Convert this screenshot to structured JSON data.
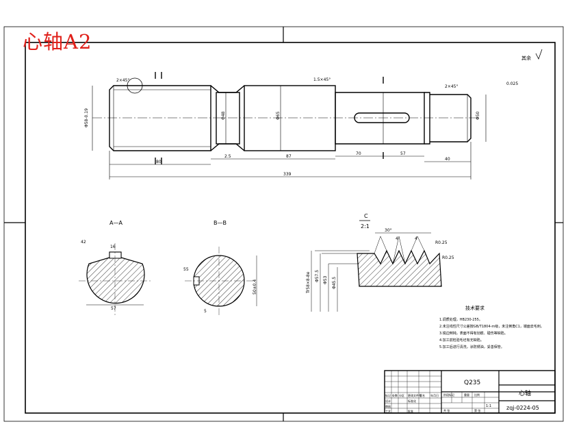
{
  "stamp": "心轴A2",
  "roughness_note": "其余",
  "dimensions": {
    "d1": "Φ58-0.19",
    "d2": "Φ48",
    "d3": "Φ65",
    "d4": "Φ50",
    "length_1": "80",
    "length_2": "2.5",
    "length_3": "87",
    "length_4": "70",
    "length_5": "57",
    "length_6": "40",
    "overall_length": "339",
    "chamfer_left": "2×45°",
    "chamfer_mid": "1.5×45°",
    "chamfer_right": "2×45°",
    "thread_call": "2×45°",
    "runout": "0.025",
    "tol_frame": "0.025"
  },
  "sections": {
    "aa_label": "A—A",
    "bb_label": "B—B",
    "detail_label": "C",
    "detail_scale": "2:1",
    "aa_dim1": "42",
    "aa_dim2": "16",
    "aa_dim3": "57",
    "bb_dim1": "55",
    "bb_dim2": "50±0.4",
    "bb_dim3": "5"
  },
  "detail": {
    "angle": "30°",
    "pitch1": "4",
    "pitch2": "4",
    "radius1": "R0.25",
    "radius2": "R0.25",
    "d_major": "Tr58×8-8e",
    "d_minor1": "Φ57.5",
    "d_minor2": "Φ53",
    "d_minor3": "Φ45.5"
  },
  "tech_req": {
    "title": "技术要求",
    "items": [
      "1.调质处理，HB230-255。",
      "2.未注线性尺寸公差按GB/T1804-m级，未注倒角C1，端面去毛刺。",
      "3.锐边倒钝，表面不得有划痕、碰伤等缺陷。",
      "4.加工前检验毛坯有无缺陷。",
      "5.加工后进行清洗，涂防锈油，妥善保管。"
    ]
  },
  "title_block": {
    "material": "Q235",
    "part_name": "心轴",
    "drawing_no": "zqj-0224-05",
    "labels": [
      "标记",
      "处数",
      "分区",
      "更改文件号",
      "签名",
      "年月日",
      "设计",
      "标准化",
      "审核",
      "工艺",
      "批准",
      "阶段标记",
      "重量",
      "比例",
      "共 张",
      "第 张"
    ],
    "scale": "1:1"
  },
  "colors": {
    "line": "#000000",
    "stamp": "#e0201a",
    "dim": "#000000"
  }
}
